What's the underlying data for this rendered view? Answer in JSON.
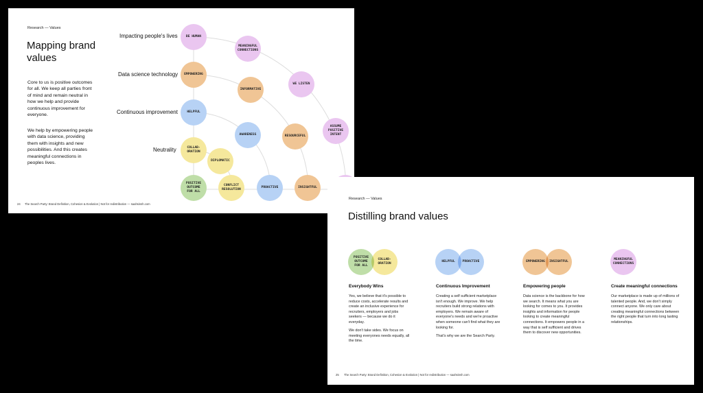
{
  "slide1": {
    "breadcrumb": "Research — Values",
    "title": "Mapping brand values",
    "intro_p1": "Core to us is positive outcomes for all. We keep all parties front of mind and remain neutral in how we help and provide continuous improvement for everyone.",
    "intro_p2": "We help by empowering people with data science, providing them with insights and new possibilities. And this creates meaningful connections in peoples lives.",
    "rows": [
      "Impacting people's lives",
      "Data science technology",
      "Continuous improvement",
      "Neutrality"
    ],
    "bubbles": {
      "be_human": "BE HUMAN",
      "meaningful_connections": "MEANINGFUL\nCONNECTIONS",
      "empowering": "EMPOWERING",
      "informative": "INFORMATIVE",
      "we_listen": "WE LISTEN",
      "helpful": "HELPFUL",
      "awareness": "AWARENESS",
      "resourceful": "RESOURCEFUL",
      "assume_positive_intent": "ASSUME\nPOSITIVE\nINTENT",
      "collaboration": "COLLAB-\nORATION",
      "diplomatic": "DIPLOMATIC",
      "positive_outcome": "POSITIVE\nOUTCOME\nFOR ALL",
      "conflict_resolution": "CONFLICT\nRESOLUTION",
      "proactive": "PROACTIVE",
      "insightful": "INSIGHTFUL"
    },
    "page_number": "24",
    "footer": "The Search Party: Brand Definition, Cohesion & Evolution   |   Not for redistribution   —  saahsinsh.com"
  },
  "slide2": {
    "breadcrumb": "Research — Values",
    "title": "Distilling brand values",
    "columns": [
      {
        "bubbles": [
          "POSITIVE\nOUTCOME\nFOR ALL",
          "COLLAB-\nORATION"
        ],
        "title": "Everybody Wins",
        "p1": "Yes, we believe that it's possible to reduce costs, accelerate results and create an inclusive experience for recruiters, employers and jobs seekers — because we do it everyday.",
        "p2": "We don't take sides. We focus on meeting everyones needs equally, all the time."
      },
      {
        "bubbles": [
          "HELPFUL",
          "PROACTIVE"
        ],
        "title": "Continuous Improvement",
        "p1": "Creating a self sufficient marketplace isn't enough. We improve. We help recruiters build strong relations with employers. We remain aware of everyone's needs and we're proactive when someone can't find what they are looking for.",
        "p2": "That's why we are the Search Party."
      },
      {
        "bubbles": [
          "EMPOWERING",
          "INSIGHTFUL"
        ],
        "title": "Empowering people",
        "p1": "Data science is the backbone for how we search. It means what you are looking for comes to you. It provides insights and information for people looking to create meaningful connections. It empowers people in a way that is self sufficient and drives them to discover new opportunities.",
        "p2": ""
      },
      {
        "bubbles": [
          "MEANINGFUL\nCONNECTIONS"
        ],
        "title": "Create meaningful connections",
        "p1": "Our marketplace is made up of millions of talented people. And, we don't simply connect anyone. We only care about creating meaningful connections between the right people that turn into long lasting relationships.",
        "p2": ""
      }
    ],
    "page_number": "25",
    "footer": "The Search Party: Brand Definition, Cohesion & Evolution   |   Not for redistribution   —  saahsinsh.com"
  },
  "colors": {
    "pink": "#eac6f0",
    "orange": "#f0c595",
    "blue": "#b7d2f5",
    "yellow": "#f5e89c",
    "green": "#bfdea8"
  }
}
